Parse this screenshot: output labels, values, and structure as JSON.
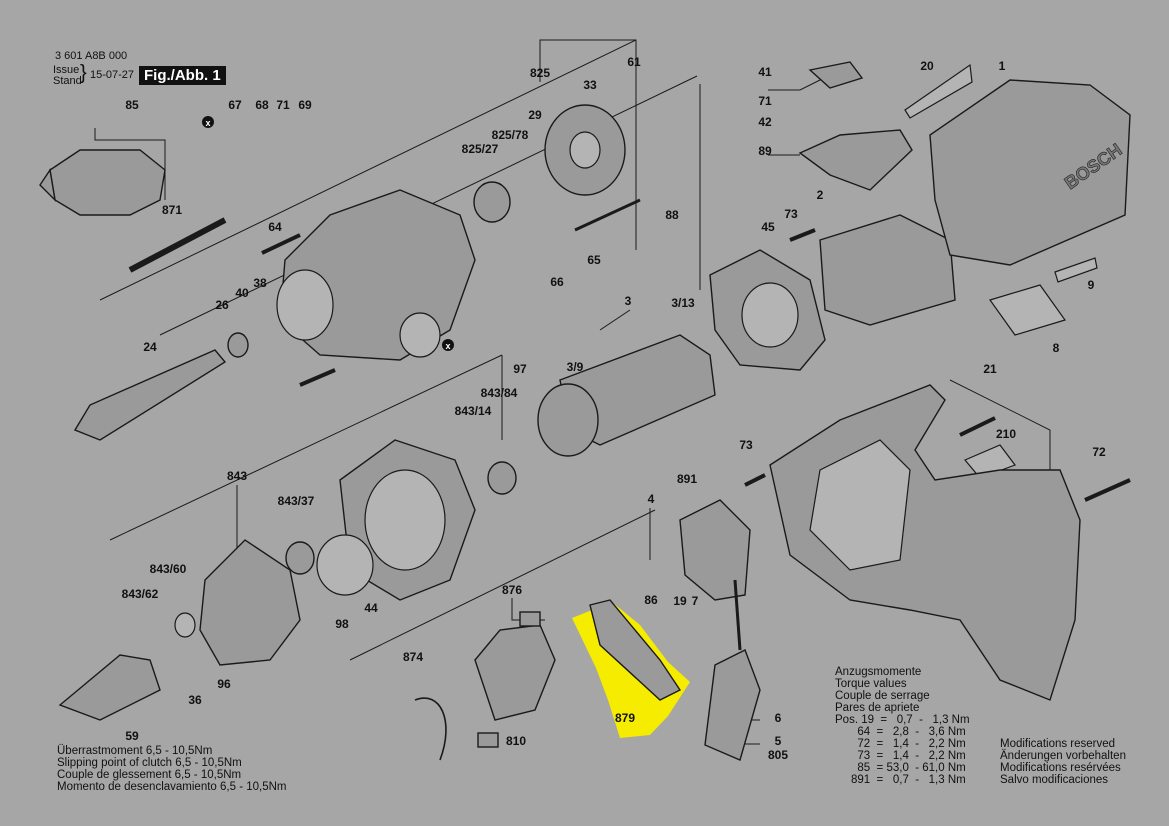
{
  "header": {
    "doc_number": "3 601 A8B 000",
    "issue_label_1": "Issue",
    "issue_label_2": "Stand",
    "issue_date": "15-07-27",
    "figure": "Fig./Abb. 1"
  },
  "highlight_color": "#f5ec00",
  "parts": [
    "825",
    "33",
    "61",
    "29",
    "825/78",
    "825/27",
    "88",
    "65",
    "66",
    "85",
    "67",
    "68",
    "71",
    "69",
    "871",
    "64",
    "40",
    "38",
    "26",
    "24",
    "41",
    "71",
    "42",
    "89",
    "20",
    "1",
    "73",
    "2",
    "45",
    "9",
    "8",
    "3",
    "3/13",
    "3/9",
    "97",
    "843/84",
    "843/14",
    "843",
    "843/37",
    "843/60",
    "843/62",
    "98",
    "44",
    "96",
    "36",
    "59",
    "21",
    "210",
    "73",
    "72",
    "891",
    "4",
    "876",
    "86",
    "19",
    "7",
    "874",
    "879",
    "810",
    "6",
    "5",
    "805"
  ],
  "brand": "BOSCH",
  "clutch_note": [
    "Überrastmoment 6,5 - 10,5Nm",
    "Slipping point of clutch 6,5 - 10,5Nm",
    "Couple de glessement 6,5 - 10,5Nm",
    "Momento de desenclavamiento 6,5 - 10,5Nm"
  ],
  "torque": {
    "titles": [
      "Anzugsmomente",
      "Torque values",
      "Couple de serrage",
      "Pares de apriete"
    ],
    "rows": [
      "Pos. 19  =   0,7  -   1,3 Nm",
      "       64  =   2,8  -   3,6 Nm",
      "       72  =   1,4  -   2,2 Nm",
      "       73  =   1,4  -   2,2 Nm",
      "       85  = 53,0  - 61,0 Nm",
      "     891  =   0,7  -   1,3 Nm"
    ]
  },
  "modifications": [
    "Modifications reserved",
    "Änderungen vorbehalten",
    "Modifications resérvées",
    "Salvo modificaciones"
  ]
}
